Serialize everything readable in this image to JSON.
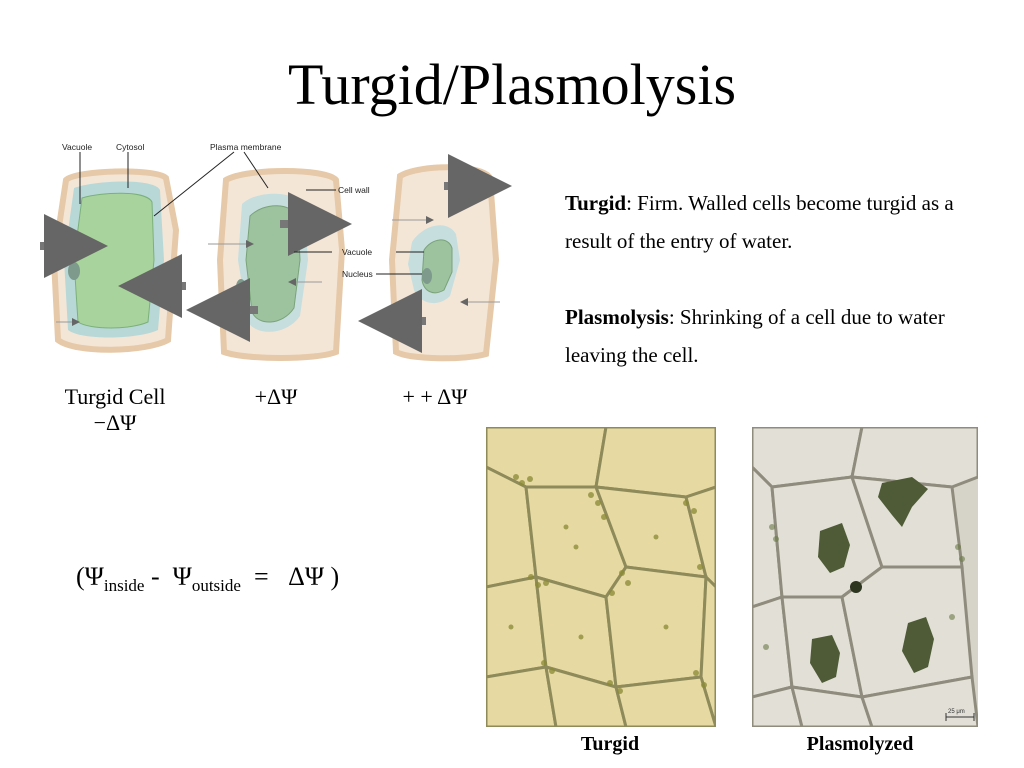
{
  "slide": {
    "title": "Turgid/Plasmolysis"
  },
  "diagram": {
    "labels": {
      "vacuole_top": "Vacuole",
      "cytosol": "Cytosol",
      "plasma_membrane": "Plasma membrane",
      "cell_wall": "Cell wall",
      "vacuole_mid": "Vacuole",
      "nucleus": "Nucleus"
    },
    "cell_labels": {
      "turgid_line1": "Turgid Cell",
      "turgid_line2": "−ΔΨ",
      "middle": "+ΔΨ",
      "right": "+ + ΔΨ"
    }
  },
  "definitions": {
    "turgid_term": "Turgid",
    "turgid_text": ":  Firm. Walled cells become turgid as a result of the entry of water.",
    "plasmolysis_term": "Plasmolysis",
    "plasmolysis_text": ": Shrinking of a cell due to water leaving the cell."
  },
  "equation": {
    "open": "(",
    "psi1": "Ψ",
    "sub1": "inside",
    "minus": " - ",
    "psi2": "Ψ",
    "sub2": "outside",
    "equals": " = ",
    "result": "ΔΨ",
    "close": " )"
  },
  "micrographs": {
    "turgid_caption": "Turgid",
    "plasmolyzed_caption": "Plasmolyzed",
    "scale_bar": "25 μm"
  }
}
